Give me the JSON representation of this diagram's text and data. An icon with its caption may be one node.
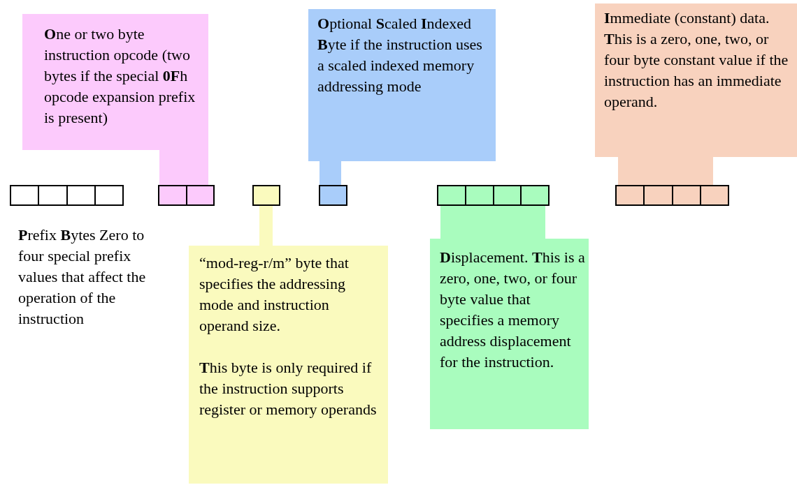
{
  "diagram": {
    "nodes": [
      {
        "text": [
          "**O**ne or two byte instruction opcode (two bytes if the special **0F**h opcode expansion prefix is present)"
        ]
      },
      {
        "text": [
          "**O**ptional **S**caled **I**ndexed **B**yte if the instruction uses a scaled indexed memory addressing mode"
        ]
      },
      {
        "text": [
          "**I**mmediate (constant) data. **T**his is a zero, one, two, or four byte constant value if the instruction has an immediate operand."
        ]
      },
      {
        "text": [],
        "shape": "bar",
        "beside": [
          "**P**refix **B**ytes Zero to four special prefix values that affect the operation of the instruction"
        ]
      },
      {
        "text": [],
        "shape": "bar"
      },
      {
        "text": [],
        "shape": "bar"
      },
      {
        "text": [],
        "shape": "bar"
      },
      {
        "text": [],
        "shape": "bar"
      },
      {
        "text": [],
        "shape": "bar"
      },
      {
        "text": [
          "“mod-reg-r/m” byte that specifies the addressing mode and instruction operand size.",
          "**T**his byte is only required if the instruction supports register or memory operands"
        ]
      },
      {
        "text": [
          "**D**isplacement. **T**his is a zero, one, two, or four byte value that specifies a memory address displacement for the instruction."
        ]
      }
    ],
    "edges": [
      {
        "from": 0,
        "to": 4,
        "arrow": "none",
        "color": "#fccafc"
      },
      {
        "from": 1,
        "to": 6,
        "arrow": "none",
        "color": "#a9cdfa"
      },
      {
        "from": 2,
        "to": 8,
        "arrow": "none",
        "style": "thick",
        "color": "#f8d2be"
      },
      {
        "from": 5,
        "to": 9,
        "arrow": "none",
        "color": "#fafabe"
      },
      {
        "from": 7,
        "to": 10,
        "arrow": "none",
        "style": "thick",
        "color": "#a9fcbe"
      }
    ]
  }
}
